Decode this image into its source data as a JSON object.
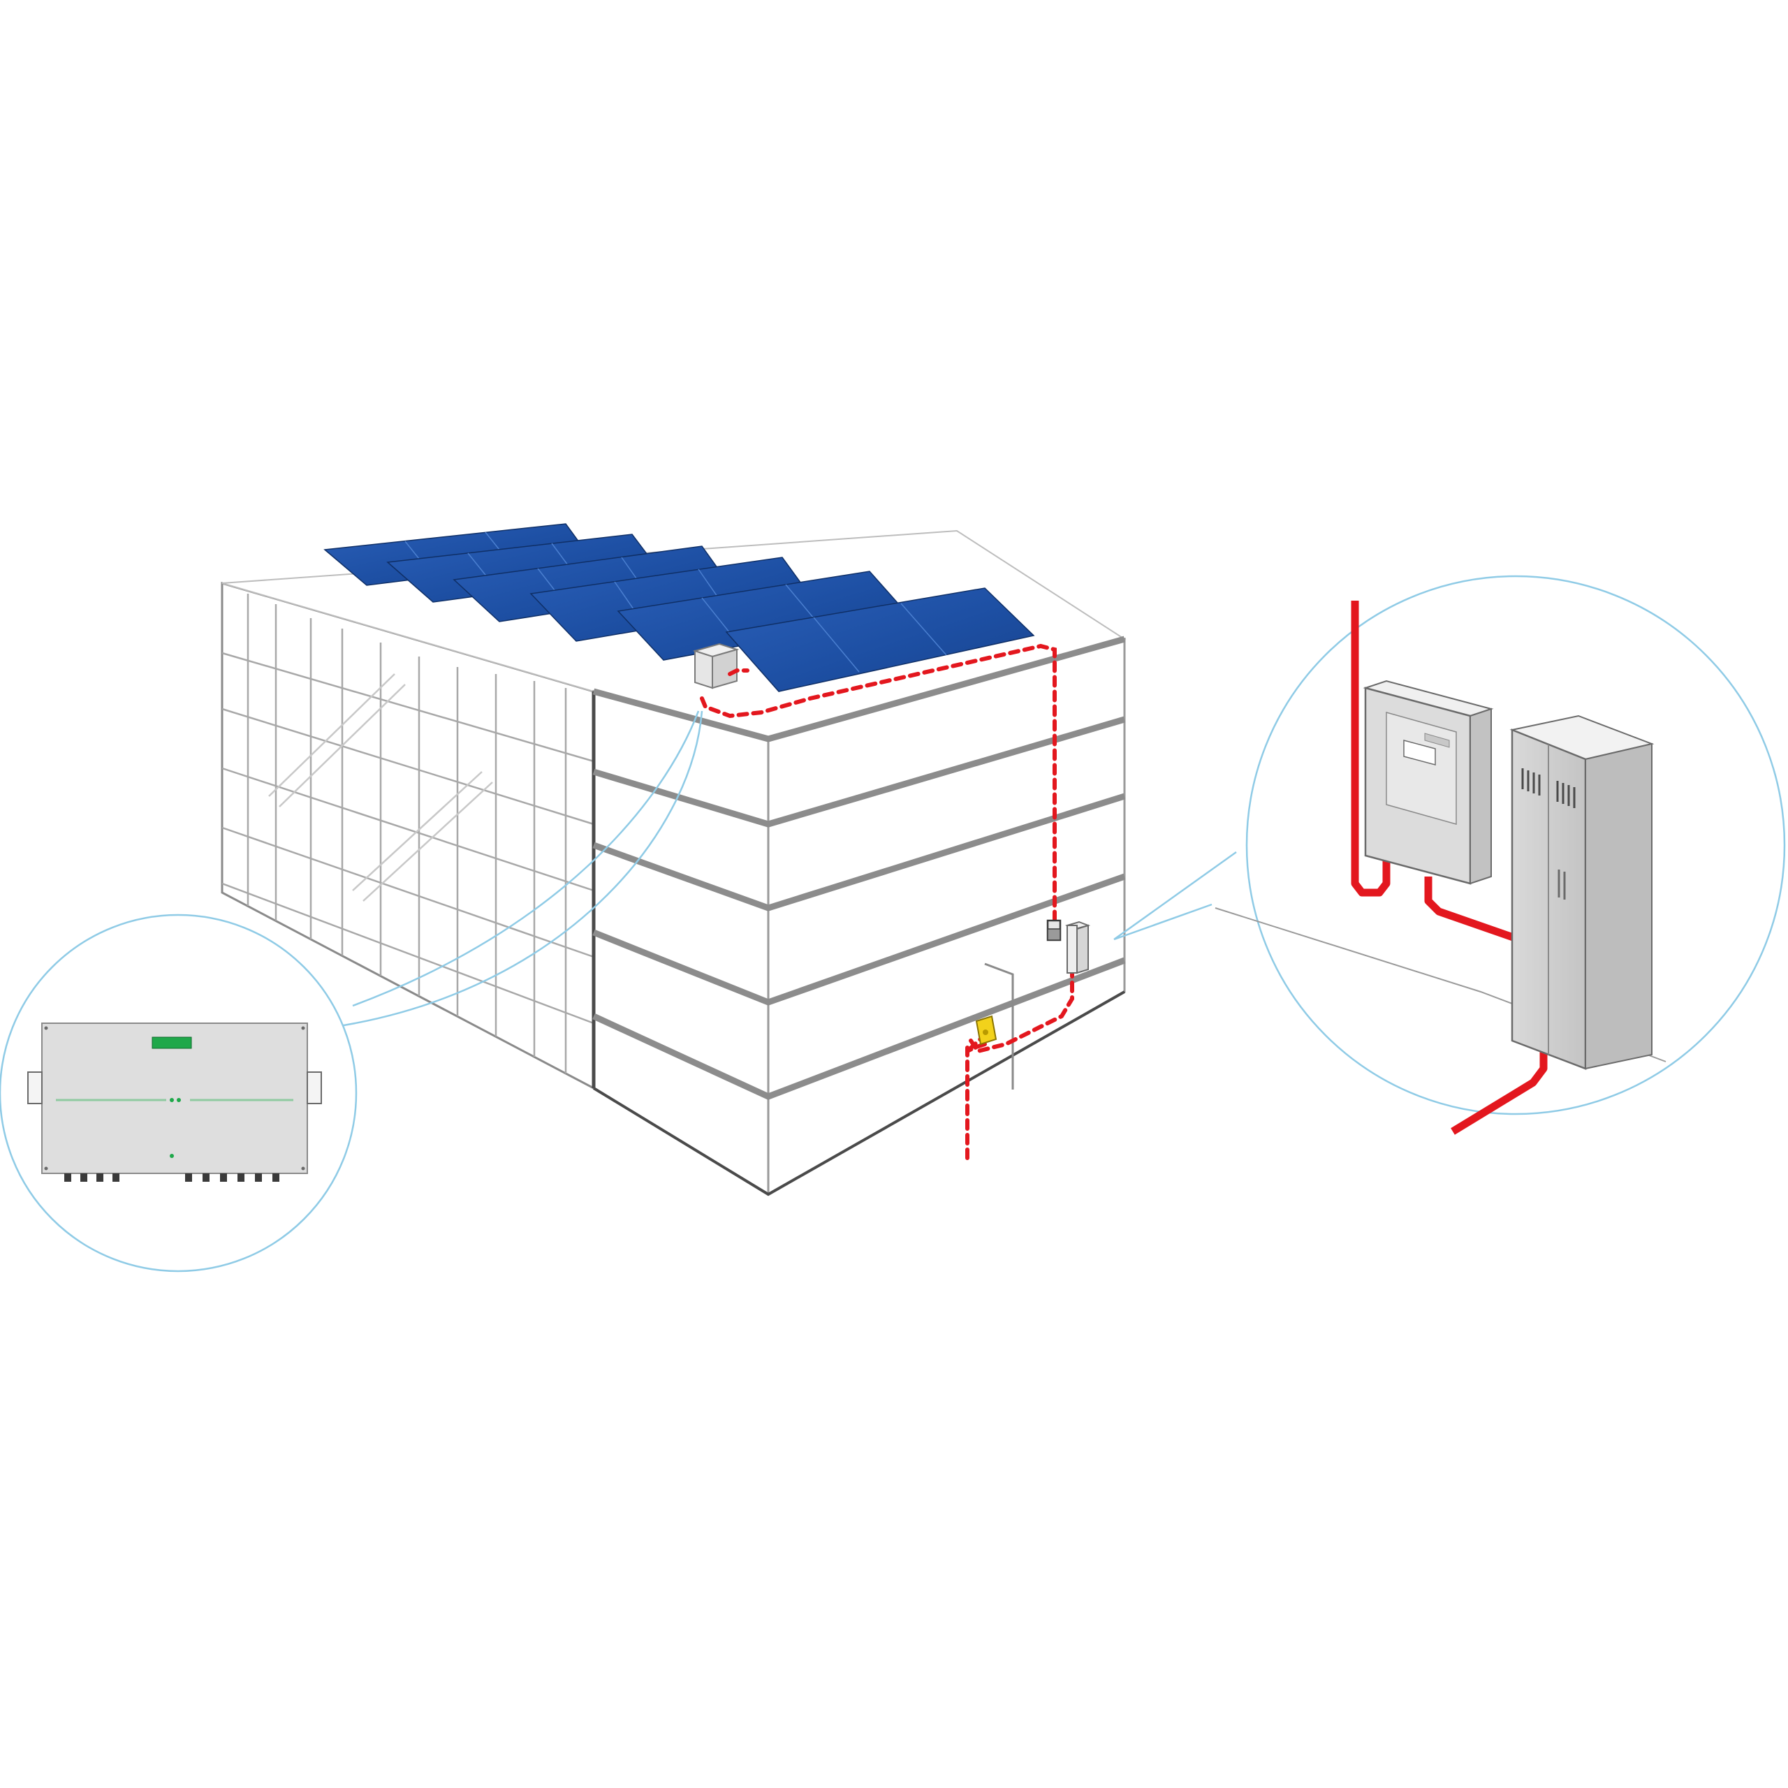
{
  "figure": {
    "type": "pv-rooftop-system-illustration",
    "colors": {
      "background": "#ffffff",
      "building_line": "#8a8a8a",
      "building_dark": "#5a5a5a",
      "solar_panel": "#1d4fa3",
      "solar_panel_light": "#3d73c7",
      "cable": "#e3171e",
      "callout_circle": "#8fcbe6",
      "device_body": "#e4e4e4",
      "meter_box": "#f2d21b",
      "display_green": "#1fa84a"
    },
    "icons": {
      "combiner_box": "combiner-box-icon",
      "inverter": "inverter-icon",
      "cabinet": "distribution-cabinet-icon",
      "meter": "energy-meter-icon"
    },
    "callouts": [
      {
        "name": "combiner-box-detail",
        "content": "combiner-box-icon"
      },
      {
        "name": "inverter-cabinet-detail",
        "content": "inverter-icon"
      }
    ],
    "panel_rows": 6
  }
}
